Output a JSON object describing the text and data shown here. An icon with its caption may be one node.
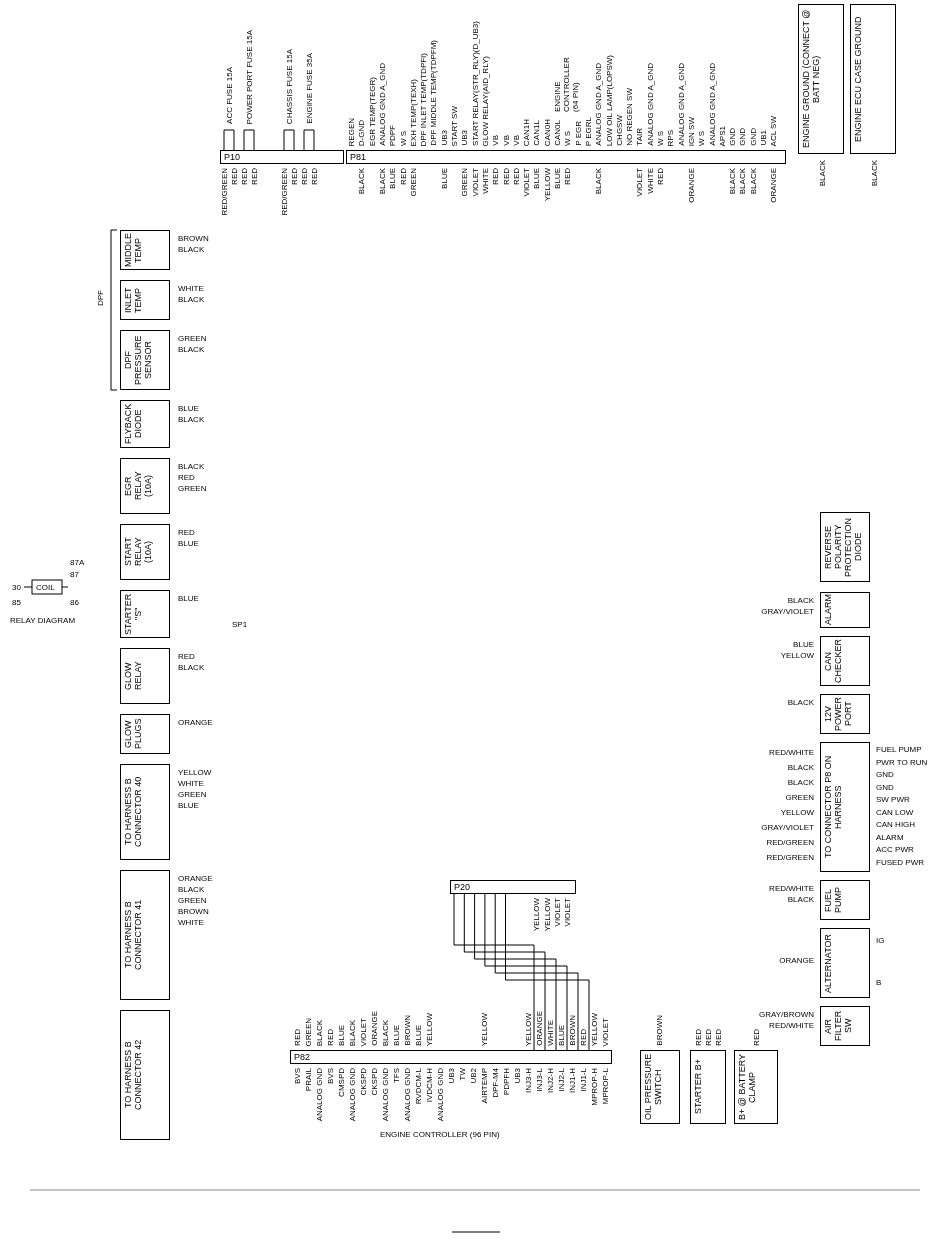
{
  "diagram": {
    "nodes": [
      {
        "text": [
          "P10"
        ],
        "beside": [
          "ACC FUSE 15A",
          "POWER PORT FUSE 15A",
          "CHASSIS FUSE 15A",
          "ENGINE FUSE 35A",
          "RED/GREEN",
          "RED",
          "RED",
          "RED",
          "RED/GREEN",
          "RED",
          "RED",
          "RED"
        ]
      },
      {
        "text": [
          "P81"
        ],
        "beside": [
          "REGEN",
          "D-GND",
          "EGR TEMP(TEGR)",
          "ANALOG GND A_GND",
          "PDPF",
          "W S",
          "EXH TEMP(TEXH)",
          "DPF INLET TEMP(TDPFI)",
          "DPF MIDDLE TEMP(TDPFM)",
          "UB3",
          "START SW",
          "UB3",
          "START RELAY(STR_RLY)(D_UB3)",
          "GLOW RELAY(AID_RLY)",
          "VB",
          "VB",
          "VB",
          "CAN1H",
          "CAN1L",
          "CAN0H",
          "CAN0L",
          "W S",
          "P EGR",
          "P EGRL",
          "ANALOG GND A_GND",
          "LOW OIL LAMP(LOPSW)",
          "CHGSW",
          "NO REGEN SW",
          "TAIR",
          "ANALOG GND A_GND",
          "W S",
          "RPS",
          "ANALOG GND A_GND",
          "IGN SW",
          "W S",
          "ANALOG GND A_GND",
          "APS1",
          "GND",
          "GND",
          "GND",
          "UB1",
          "ACL SW",
          "ENGINE CONTROLLER (64 PIN)",
          "BLACK",
          "BLACK",
          "BLUE",
          "RED",
          "GREEN",
          "BLUE",
          "GREEN",
          "VIOLET",
          "WHITE",
          "RED",
          "RED",
          "RED",
          "VIOLET",
          "BLUE",
          "YELLOW",
          "BLUE",
          "RED",
          "BLACK",
          "VIOLET",
          "WHITE",
          "RED",
          "ORANGE",
          "BLACK",
          "BLACK",
          "BLACK",
          "ORANGE"
        ]
      },
      {
        "text": [
          "ENGINE GROUND (CONNECT @ BATT NEG)"
        ],
        "beside": [
          "BLACK"
        ]
      },
      {
        "text": [
          "ENGINE ECU CASE GROUND"
        ],
        "beside": [
          "BLACK"
        ]
      },
      {
        "text": [
          "MIDDLE TEMP"
        ],
        "beside": [
          "BROWN",
          "BLACK"
        ]
      },
      {
        "text": [
          "INLET TEMP"
        ],
        "beside": [
          "WHITE",
          "BLACK"
        ]
      },
      {
        "text": [
          "DPF PRESSURE SENSOR"
        ],
        "beside": [
          "GREEN",
          "BLACK"
        ]
      },
      {
        "text": [
          "FLYBACK DIODE"
        ],
        "beside": [
          "BLUE",
          "BLACK"
        ]
      },
      {
        "text": [
          "EGR RELAY (10A)"
        ],
        "beside": [
          "BLACK",
          "RED",
          "GREEN"
        ]
      },
      {
        "text": [
          "START RELAY (10A)"
        ],
        "beside": [
          "RED",
          "BLUE"
        ]
      },
      {
        "text": [
          "STARTER \"S\""
        ],
        "beside": [
          "BLUE"
        ]
      },
      {
        "text": [
          "GLOW RELAY"
        ],
        "beside": [
          "RED",
          "BLACK"
        ]
      },
      {
        "text": [
          "GLOW PLUGS"
        ],
        "beside": [
          "ORANGE"
        ]
      },
      {
        "text": [
          "TO HARNESS B CONNECTOR 40"
        ],
        "beside": [
          "YELLOW",
          "WHITE",
          "GREEN",
          "BLUE"
        ]
      },
      {
        "text": [
          "TO HARNESS B CONNECTOR 41"
        ],
        "beside": [
          "ORANGE",
          "BLACK",
          "GREEN",
          "BROWN",
          "WHITE"
        ]
      },
      {
        "text": [
          "TO HARNESS B CONNECTOR 42"
        ]
      },
      {
        "text": [
          "REVERSE POLARITY PROTECTION DIODE"
        ]
      },
      {
        "text": [
          "ALARM"
        ],
        "beside": [
          "BLACK",
          "GRAY/VIOLET"
        ]
      },
      {
        "text": [
          "CAN CHECKER"
        ],
        "beside": [
          "BLUE",
          "YELLOW"
        ]
      },
      {
        "text": [
          "12V POWER PORT"
        ],
        "beside": [
          "BLACK"
        ]
      },
      {
        "text": [
          "TO CONNECTOR P8 ON HARNESS"
        ],
        "beside": [
          "FUEL PUMP",
          "PWR TO RUN",
          "GND",
          "GND",
          "SW PWR",
          "CAN LOW",
          "CAN HIGH",
          "ALARM",
          "ACC PWR",
          "FUSED PWR",
          "RED/WHITE",
          "BLACK",
          "BLACK",
          "GREEN",
          "YELLOW",
          "GRAY/VIOLET",
          "RED/GREEN",
          "RED/GREEN"
        ]
      },
      {
        "text": [
          "FUEL PUMP"
        ],
        "beside": [
          "RED/WHITE",
          "BLACK"
        ]
      },
      {
        "text": [
          "ALTERNATOR"
        ],
        "beside": [
          "IG",
          "B",
          "ORANGE"
        ]
      },
      {
        "text": [
          "AIR FILTER SW"
        ],
        "beside": [
          "GRAY/BROWN",
          "RED/WHITE"
        ]
      },
      {
        "text": [
          "P20"
        ],
        "beside": [
          "YELLOW",
          "YELLOW",
          "VIOLET",
          "VIOLET"
        ]
      },
      {
        "text": [
          "P82"
        ],
        "beside": [
          "RED",
          "GREEN",
          "BLACK",
          "RED",
          "BLUE",
          "BLACK",
          "VIOLET",
          "ORANGE",
          "BLACK",
          "BLUE",
          "BROWN",
          "BLUE",
          "YELLOW",
          "YELLOW",
          "YELLOW",
          "ORANGE",
          "WHITE",
          "BLUE",
          "BROWN",
          "RED",
          "YELLOW",
          "VIOLET",
          "BVS",
          "PRAIL",
          "ANALOG GND",
          "BVS",
          "CMSPD",
          "ANALOG GND",
          "CKSPD",
          "CKSPD",
          "ANALOG GND",
          "TFS",
          "ANALOG GND",
          "RVDCM-L",
          "IVDCM-H",
          "ANALOG GND",
          "UB3",
          "TW",
          "UB2",
          "AIRTEMP",
          "DPF-M4",
          "PDPFH",
          "UB3",
          "INJ3-H",
          "INJ3-L",
          "INJ2-H",
          "INJ2-L",
          "INJ1-H",
          "INJ1-L",
          "MPROP-H",
          "MPROP-L",
          "ENGINE CONTROLLER (96 PIN)"
        ]
      },
      {
        "text": [
          "OIL PRESSURE SWITCH"
        ],
        "beside": [
          "BROWN"
        ]
      },
      {
        "text": [
          "STARTER B+"
        ],
        "beside": [
          "RED",
          "RED",
          "RED"
        ]
      },
      {
        "text": [
          "B+ @ BATTERY CLAMP"
        ],
        "beside": [
          "RED"
        ]
      }
    ],
    "edges": [
      {
        "from": 24,
        "to": 25,
        "arrow": "none"
      },
      {
        "from": 24,
        "to": 25,
        "arrow": "none"
      },
      {
        "from": 24,
        "to": 25,
        "arrow": "none"
      },
      {
        "from": 24,
        "to": 25,
        "arrow": "none"
      },
      {
        "from": 24,
        "to": 25,
        "arrow": "none"
      },
      {
        "from": 24,
        "to": 25,
        "arrow": "none"
      }
    ],
    "labels": [
      "DPF",
      "87A",
      "87",
      "30",
      "COIL",
      "85",
      "86",
      "RELAY DIAGRAM",
      "SP1"
    ]
  }
}
